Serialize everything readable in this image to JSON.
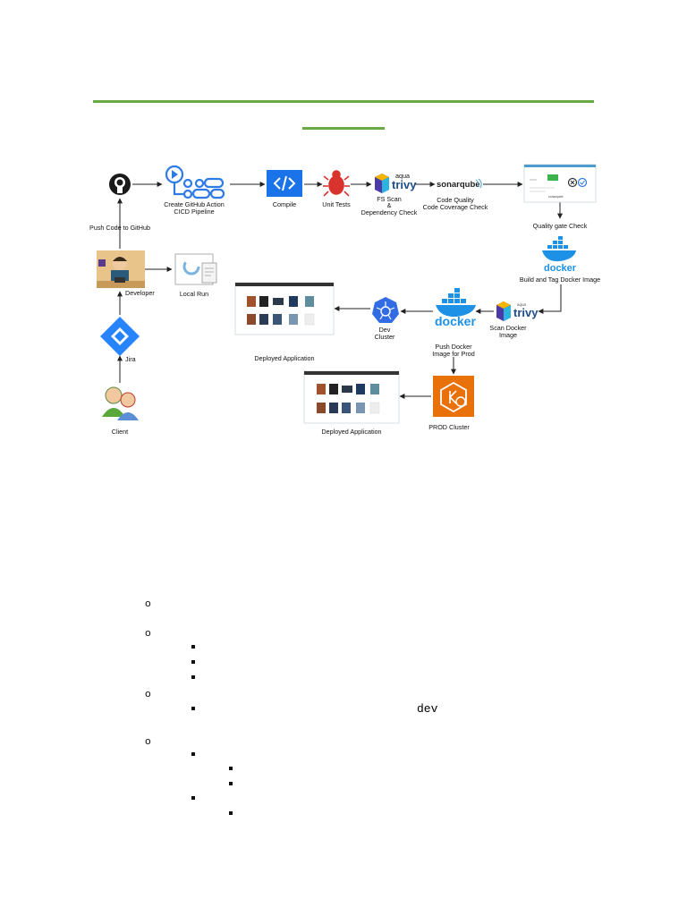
{
  "labels": {
    "push_code": "Push Code to GitHub",
    "create_action": "Create GitHub Action",
    "cicd_pipeline": "CICD Pipeline",
    "compile": "Compile",
    "unit_tests": "Unit Tests",
    "fs_scan": "FS Scan",
    "amp": "&",
    "dependency_check": "Dependency Check",
    "code_quality": "Code Quality",
    "code_coverage": "Code Coverage Check",
    "quality_gate": "Quality gate Check",
    "build_tag": "Build and Tag Docker Image",
    "scan_docker": "Scan Docker",
    "image": "Image",
    "push_docker": "Push Docker",
    "image_for_prod": "Image for Prod",
    "dev": "Dev",
    "cluster": "Cluster",
    "deployed_app_1": "Deployed Application",
    "deployed_app_2": "Deployed Application",
    "prod_cluster": "PROD Cluster",
    "developer": "Developer",
    "local_run": "Local Run",
    "jira": "Jira",
    "client": "Client"
  },
  "brands": {
    "trivy": "trivy",
    "aqua": "aqua",
    "sonarqube": "sonarqube",
    "docker": "docker"
  },
  "list": {
    "inline_code": "dev"
  },
  "colors": {
    "accent_rule": "#6aaa45",
    "github": "#1a1a1a",
    "actions_blue": "#2f7be5",
    "compile_blue": "#1a73e8",
    "bug_red": "#d8332c",
    "docker_blue": "#1d91e6",
    "k8s_blue": "#326ce5",
    "aws_orange": "#e8710a",
    "jira_blue": "#2684ff"
  }
}
